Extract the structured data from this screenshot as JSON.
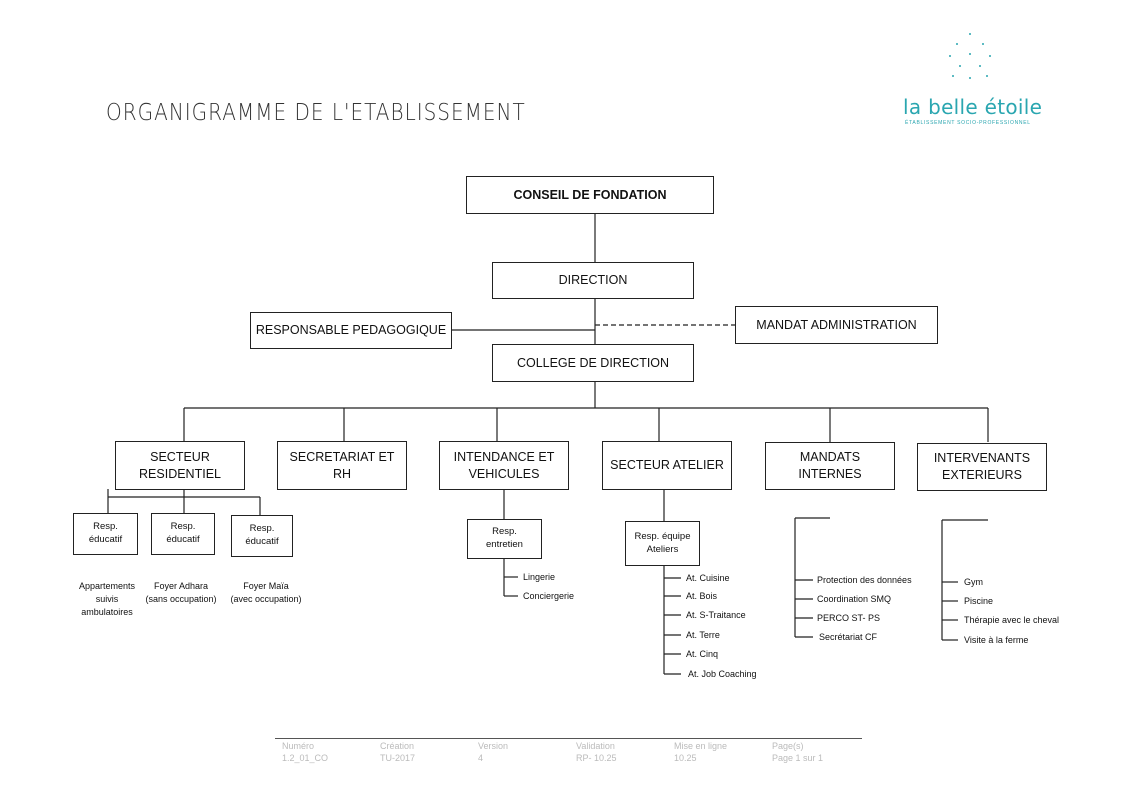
{
  "header": {
    "title": "ORGANIGRAMME DE L'ETABLISSEMENT",
    "logo_name": "la belle étoile",
    "logo_tagline": "ÉTABLISSEMENT SOCIO-PROFESSIONNEL"
  },
  "boxes": {
    "conseil": "CONSEIL DE FONDATION",
    "direction": "DIRECTION",
    "resp_peda": "RESPONSABLE PEDAGOGIQUE",
    "mandat_admin": "MANDAT ADMINISTRATION",
    "college": "COLLEGE DE DIRECTION",
    "secteur_res_1": "SECTEUR",
    "secteur_res_2": "RESIDENTIEL",
    "secretariat_1": "SECRETARIAT ET",
    "secretariat_2": "RH",
    "intendance_1": "INTENDANCE ET",
    "intendance_2": "VEHICULES",
    "atelier": "SECTEUR ATELIER",
    "mandats_1": "MANDATS",
    "mandats_2": "INTERNES",
    "intervenants_1": "INTERVENANTS",
    "intervenants_2": "EXTERIEURS",
    "resp_edu_a_1": "Resp.",
    "resp_edu_a_2": "éducatif",
    "resp_edu_b_1": "Resp.",
    "resp_edu_b_2": "éducatif",
    "resp_edu_c_1": "Resp.",
    "resp_edu_c_2": "éducatif",
    "resp_entretien_1": "Resp.",
    "resp_entretien_2": "entretien",
    "resp_equipe_1": "Resp. équipe",
    "resp_equipe_2": "Ateliers"
  },
  "residentiel_labels": {
    "a_1": "Appartements",
    "a_2": "suivis",
    "a_3": "ambulatoires",
    "b_1": "Foyer Adhara",
    "b_2": "(sans occupation)",
    "c_1": "Foyer Maïa",
    "c_2": "(avec occupation)"
  },
  "intendance_items": [
    "Lingerie",
    "Conciergerie"
  ],
  "atelier_items": [
    "At. Cuisine",
    "At. Bois",
    "At. S-Traitance",
    "At. Terre",
    "At. Cinq",
    "At. Job Coaching"
  ],
  "mandats_items": [
    "Protection des données",
    "Coordination SMQ",
    "PERCO ST- PS",
    "Secrétariat CF"
  ],
  "intervenants_items": [
    "Gym",
    "Piscine",
    "Thérapie avec le cheval",
    "Visite à la ferme"
  ],
  "footer": {
    "cols": [
      {
        "label": "Numéro",
        "value": "1.2_01_CO"
      },
      {
        "label": "Création",
        "value": "TU-2017"
      },
      {
        "label": "Version",
        "value": "4"
      },
      {
        "label": "Validation",
        "value": "RP- 10.25"
      },
      {
        "label": "Mise en ligne",
        "value": "10.25"
      },
      {
        "label": "Page(s)",
        "value": "Page 1 sur 1"
      }
    ]
  },
  "colors": {
    "brand": "#2aa6b0",
    "line": "#222222",
    "footer_text": "#bbbbbb"
  }
}
